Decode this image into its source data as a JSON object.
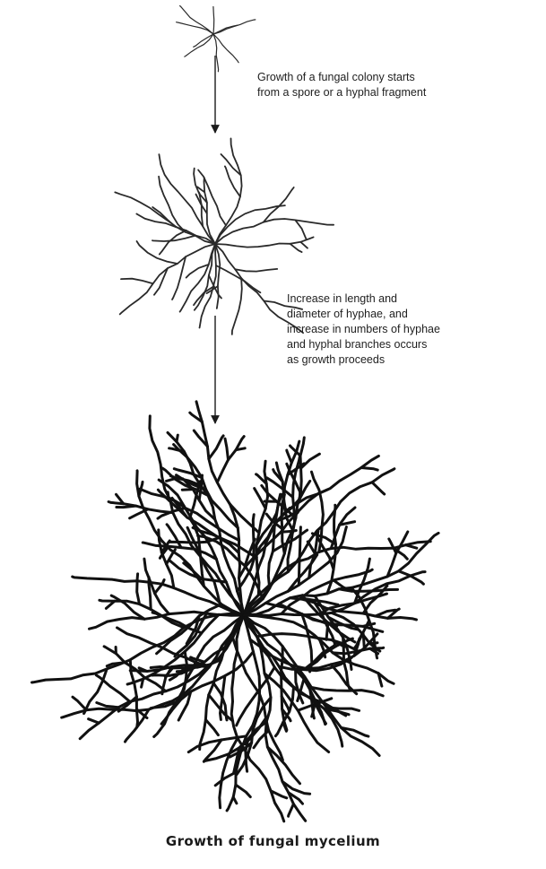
{
  "captions": {
    "stage1": [
      "Growth of a fungal colony starts",
      "from a spore or a hyphal fragment"
    ],
    "stage2": [
      "Increase in length and",
      "diameter of hyphae, and",
      "increase in numbers of hyphae",
      "and hyphal branches occurs",
      "as growth proceeds"
    ],
    "figure": "Growth of fungal mycelium"
  },
  "colors": {
    "ink": "#1a1a1a",
    "background": "#ffffff"
  }
}
